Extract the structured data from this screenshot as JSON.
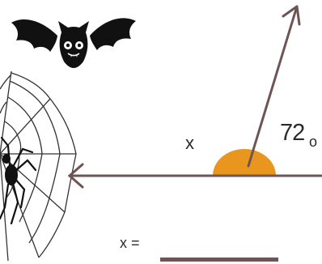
{
  "diagram": {
    "angle_label": "72",
    "degree_mark": "o",
    "unknown_label": "x",
    "answer_prompt": "x =",
    "colors": {
      "line": "#6e5454",
      "angle_marker": "#e8961d",
      "bat": "#111111",
      "web": "#333333"
    },
    "icons": [
      "bat-icon",
      "spider-web-icon",
      "spider-icon"
    ]
  }
}
